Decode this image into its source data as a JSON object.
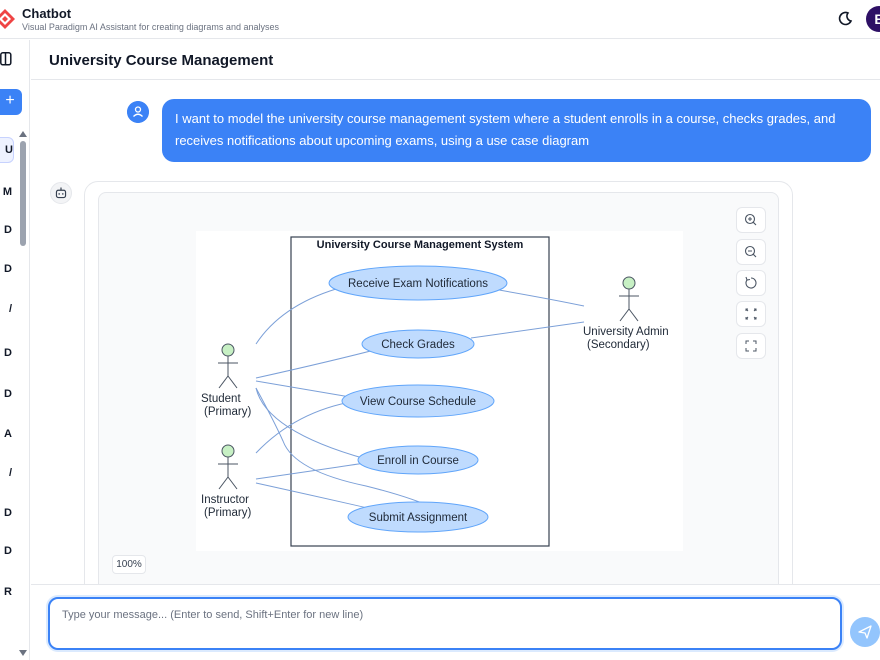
{
  "app": {
    "title": "Chatbot",
    "subtitle": "Visual Paradigm AI Assistant for creating diagrams and analyses",
    "avatar_initial": "E",
    "accent_color": "#3b82f6",
    "avatar_color": "#2e1065"
  },
  "sidebar": {
    "toggle_icon": "sidebar-toggle-icon",
    "new_chat_icon": "plus-icon",
    "new_chat_label": "+",
    "items": [
      {
        "label": "U"
      },
      {
        "label": "M"
      },
      {
        "label": "D"
      },
      {
        "label": "D"
      },
      {
        "label": "/"
      },
      {
        "label": "D"
      },
      {
        "label": "D"
      },
      {
        "label": "A"
      },
      {
        "label": "/"
      },
      {
        "label": "D"
      },
      {
        "label": "D"
      },
      {
        "label": "R"
      }
    ]
  },
  "conversation": {
    "title": "University Course Management",
    "user_message": "I want to model the university course management system where a student enrolls in a course, checks grades, and receives notifications about upcoming exams, using a use case diagram"
  },
  "diagram": {
    "system_title": "University Course Management System",
    "actors": [
      {
        "id": "student",
        "label_line1": "Student",
        "label_line2": "(Primary)"
      },
      {
        "id": "instructor",
        "label_line1": "Instructor",
        "label_line2": "(Primary)"
      },
      {
        "id": "admin",
        "label_line1": "University Admin",
        "label_line2": "(Secondary)"
      }
    ],
    "use_cases": [
      {
        "label": "Receive Exam Notifications"
      },
      {
        "label": "Check Grades"
      },
      {
        "label": "View Course Schedule"
      },
      {
        "label": "Enroll in Course"
      },
      {
        "label": "Submit Assignment"
      }
    ],
    "zoom_level": "100%",
    "tools": [
      "zoom-in-icon",
      "zoom-out-icon",
      "reset-icon",
      "fit-icon",
      "fullscreen-icon"
    ]
  },
  "input": {
    "placeholder": "Type your message... (Enter to send, Shift+Enter for new line)",
    "value": "",
    "send_icon": "send-icon"
  }
}
